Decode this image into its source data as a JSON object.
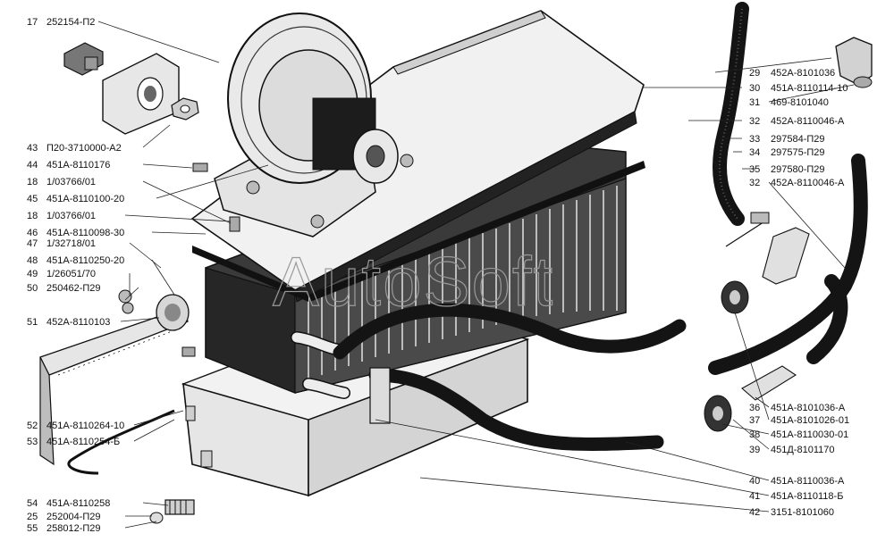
{
  "watermark": "AutoSoft",
  "labels_left": [
    {
      "num": "17",
      "code": "252154-П2"
    },
    {
      "num": "43",
      "code": "П20-3710000-А2"
    },
    {
      "num": "44",
      "code": "451А-8110176"
    },
    {
      "num": "18",
      "code": "1/03766/01"
    },
    {
      "num": "45",
      "code": "451А-8110100-20"
    },
    {
      "num": "18",
      "code": "1/03766/01"
    },
    {
      "num": "46",
      "code": "451А-8110098-30"
    },
    {
      "num": "47",
      "code": "1/32718/01"
    },
    {
      "num": "48",
      "code": "451А-8110250-20"
    },
    {
      "num": "49",
      "code": "1/26051/70"
    },
    {
      "num": "50",
      "code": "250462-П29"
    },
    {
      "num": "51",
      "code": "452А-8110103"
    },
    {
      "num": "52",
      "code": "451А-8110264-10"
    },
    {
      "num": "53",
      "code": "451А-8110254-Б"
    },
    {
      "num": "54",
      "code": "451А-8110258"
    },
    {
      "num": "25",
      "code": "252004-П29"
    },
    {
      "num": "55",
      "code": "258012-П29"
    }
  ],
  "labels_right": [
    {
      "num": "29",
      "code": "452А-8101036"
    },
    {
      "num": "30",
      "code": "451А-8110114-10"
    },
    {
      "num": "31",
      "code": "469-8101040"
    },
    {
      "num": "32",
      "code": "452А-8110046-А"
    },
    {
      "num": "33",
      "code": "297584-П29"
    },
    {
      "num": "34",
      "code": "297575-П29"
    },
    {
      "num": "35",
      "code": "297580-П29"
    },
    {
      "num": "32",
      "code": "452А-8110046-А"
    },
    {
      "num": "36",
      "code": "451А-8101036-А"
    },
    {
      "num": "37",
      "code": "451А-8101026-01"
    },
    {
      "num": "38",
      "code": "451А-8110030-01"
    },
    {
      "num": "39",
      "code": "451Д-8101170"
    },
    {
      "num": "40",
      "code": "451А-8110036-А"
    },
    {
      "num": "41",
      "code": "451А-8110118-Б"
    },
    {
      "num": "42",
      "code": "3151-8101060"
    }
  ]
}
